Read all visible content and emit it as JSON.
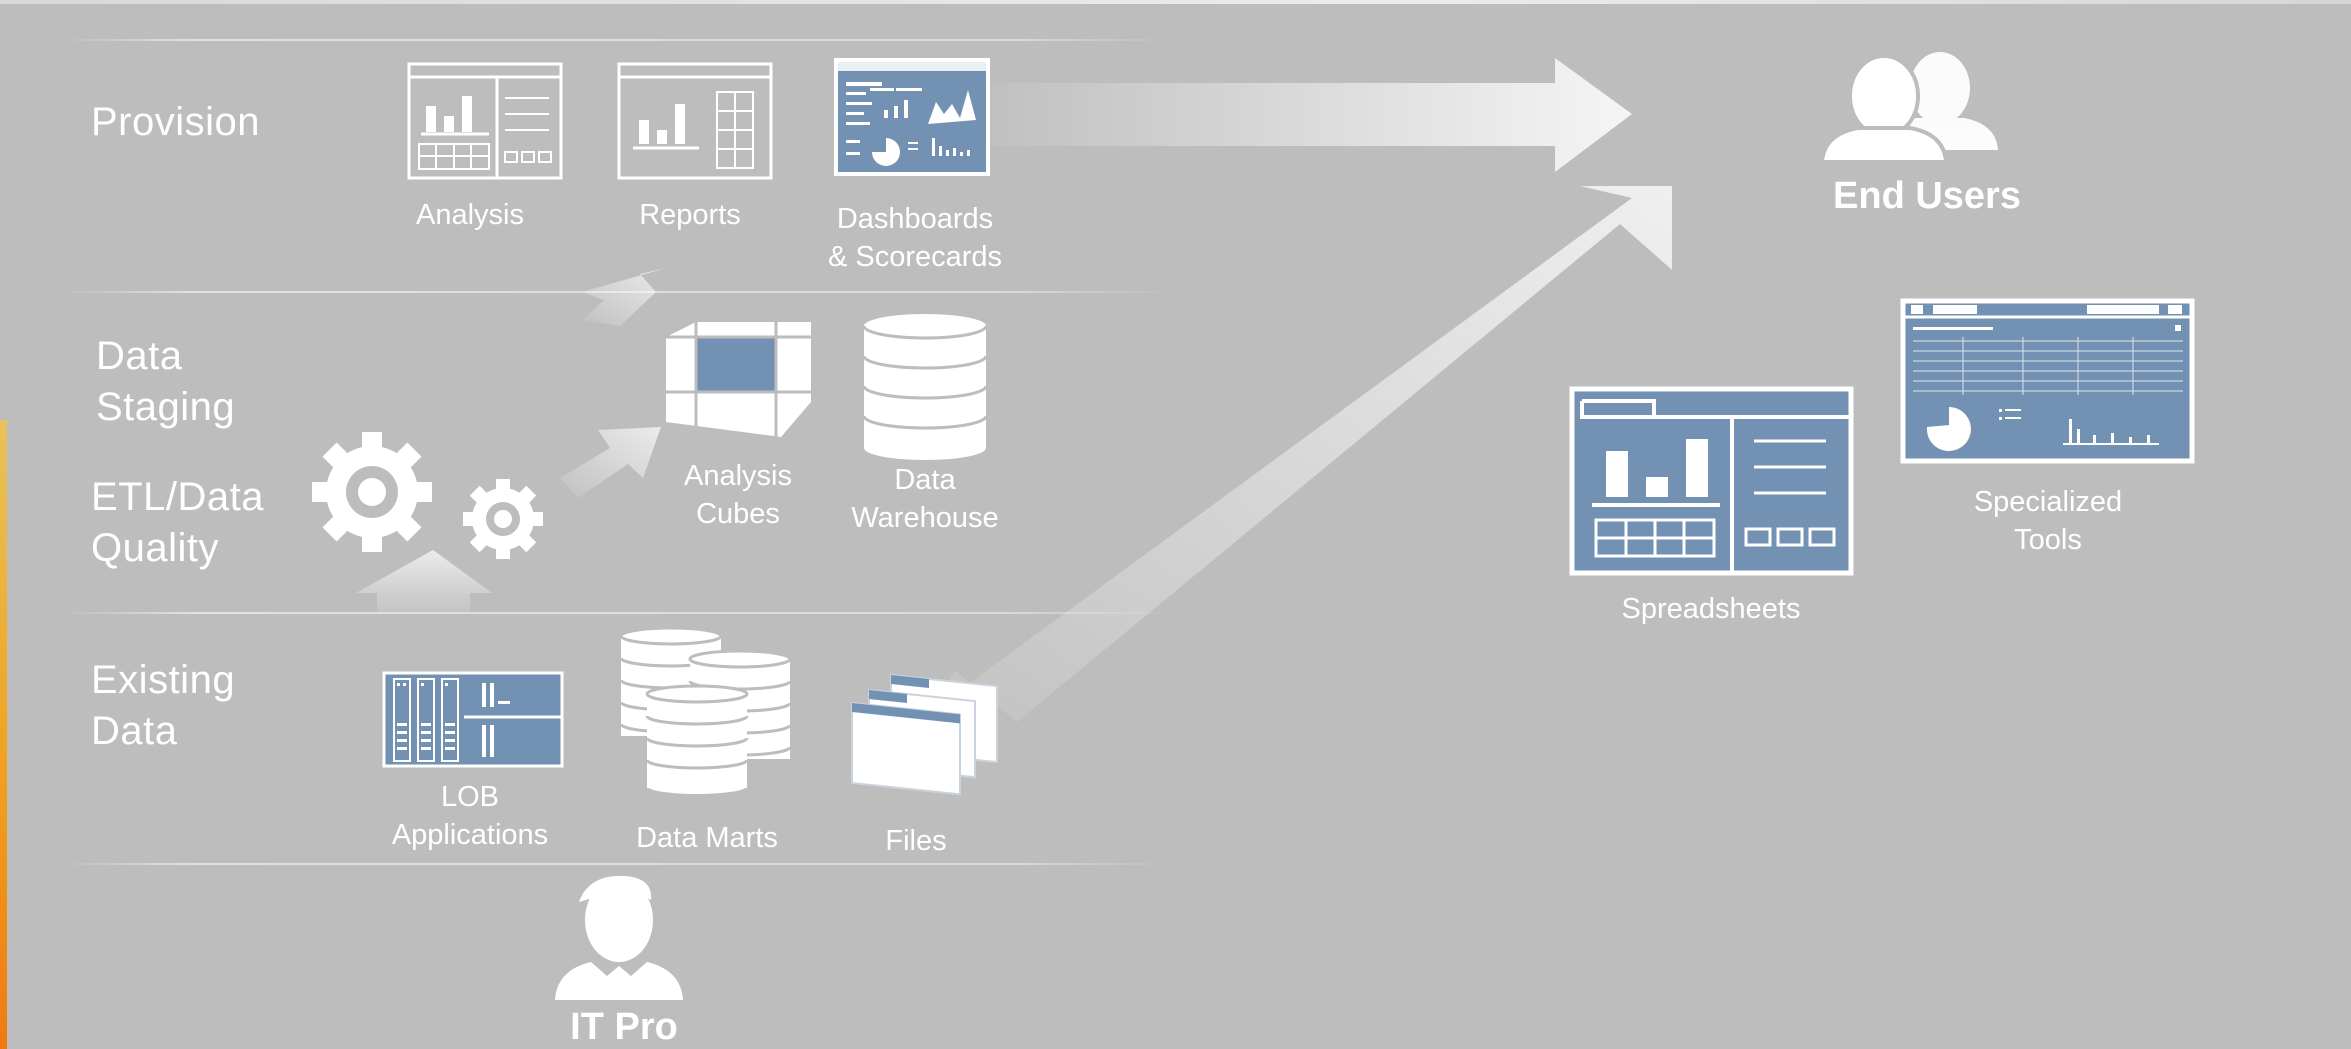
{
  "sections": {
    "provision": "Provision",
    "data_staging": "Data\nStaging",
    "etl_quality": "ETL/Data\nQuality",
    "existing_data": "Existing\nData"
  },
  "items": {
    "analysis": "Analysis",
    "reports": "Reports",
    "dashboards": "Dashboards\n& Scorecards",
    "analysis_cubes": "Analysis\nCubes",
    "data_warehouse": "Data\nWarehouse",
    "lob_applications": "LOB\nApplications",
    "data_marts": "Data Marts",
    "files": "Files",
    "spreadsheets": "Spreadsheets",
    "specialized_tools": "Specialized\nTools"
  },
  "roles": {
    "end_users": "End Users",
    "it_pro": "IT Pro"
  },
  "colors": {
    "background": "#bdbdbd",
    "panel_blue": "#7391b2",
    "foreground": "#ffffff"
  }
}
